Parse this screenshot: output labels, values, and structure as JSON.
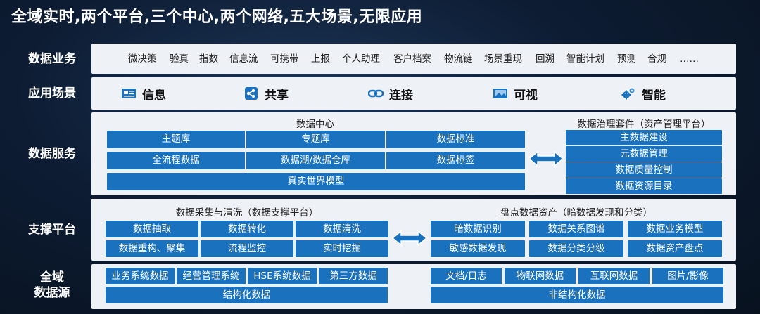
{
  "title": "全域实时,两个平台,三个中心,两个网络,五大场景,无限应用",
  "rows": {
    "business": {
      "label": "数据业务"
    },
    "scenes": {
      "label": "应用场景"
    },
    "services": {
      "label": "数据服务"
    },
    "support": {
      "label": "支撑平台"
    },
    "sources": {
      "label_line1": "全域",
      "label_line2": "数据源"
    }
  },
  "business_items": [
    "微决策",
    "验真",
    "指数",
    "信息流",
    "可携带",
    "上报",
    "个人助理",
    "客户档案",
    "物流链",
    "场景重现",
    "回溯",
    "智能计划",
    "预测",
    "合规",
    "……"
  ],
  "scenes": [
    {
      "label": "信息",
      "icon": "info-card-icon"
    },
    {
      "label": "共享",
      "icon": "share-icon"
    },
    {
      "label": "连接",
      "icon": "link-icon"
    },
    {
      "label": "可视",
      "icon": "image-view-icon"
    },
    {
      "label": "智能",
      "icon": "gears-icon"
    }
  ],
  "services": {
    "center_title": "数据中心",
    "center_boxes": [
      "主题库",
      "专题库",
      "数据标准",
      "全流程数据",
      "数据湖/数据仓库",
      "数据标签",
      "真实世界模型"
    ],
    "governance_title": "数据治理套件（资产管理平台）",
    "governance_boxes": [
      "主数据建设",
      "元数据管理",
      "数据质量控制",
      "数据资源目录"
    ]
  },
  "support": {
    "left_title": "数据采集与清洗（数据支撑平台）",
    "left_boxes": [
      "数据抽取",
      "数据转化",
      "数据清洗",
      "数据重构、聚集",
      "流程监控",
      "实时挖掘"
    ],
    "right_title": "盘点数据资产（暗数据发现和分类）",
    "right_boxes": [
      "暗数据识别",
      "数据关系图谱",
      "数据业务模型",
      "敏感数据发现",
      "数据分类分级",
      "数据资产盘点"
    ]
  },
  "sources": {
    "left_boxes": [
      "业务系统数据",
      "经营管理系统",
      "HSE系统数据",
      "第三方数据"
    ],
    "left_bar": "结构化数据",
    "right_boxes": [
      "文档/日志",
      "物联网数据",
      "互联网数据",
      "图片/影像"
    ],
    "right_bar": "非结构化数据"
  },
  "colors": {
    "box": "#1a72bf",
    "panel": "#eef2f6",
    "background": "#0d1c33"
  }
}
